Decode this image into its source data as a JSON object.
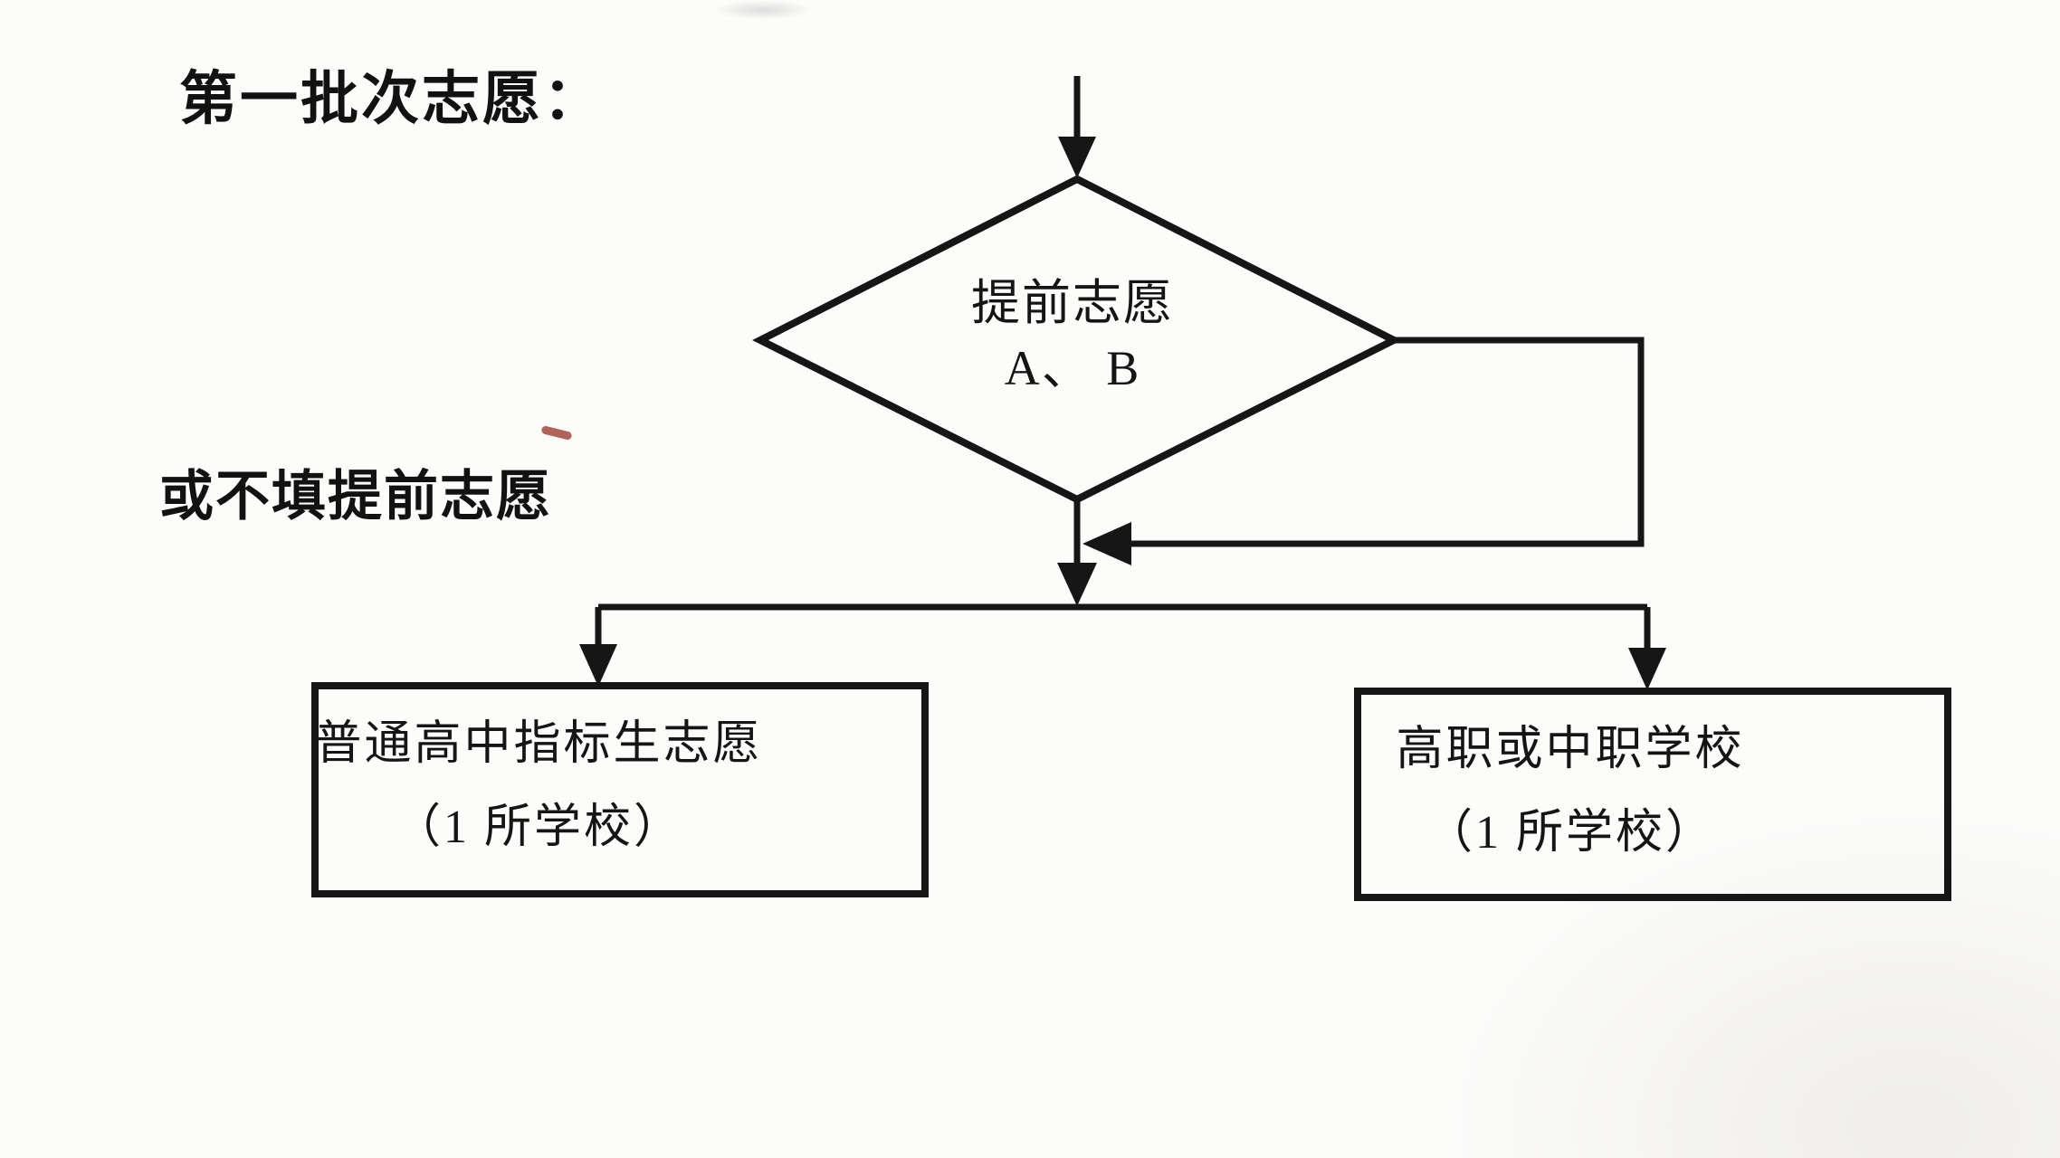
{
  "canvas": {
    "background": "#fcfcfb",
    "ink": "#161616",
    "artifact_red": "#a4473a"
  },
  "title": {
    "label": "第一批次志愿："
  },
  "annotations": {
    "side_note": "或不填提前志愿"
  },
  "flowchart": {
    "decision": {
      "line1": "提前志愿",
      "line2": "A、 B"
    },
    "branches": {
      "left_box": {
        "line1": "普通高中指标生志愿",
        "line2": "（1 所学校）"
      },
      "right_box": {
        "line1": "高职或中职学校",
        "line2": "（1 所学校）"
      }
    }
  }
}
